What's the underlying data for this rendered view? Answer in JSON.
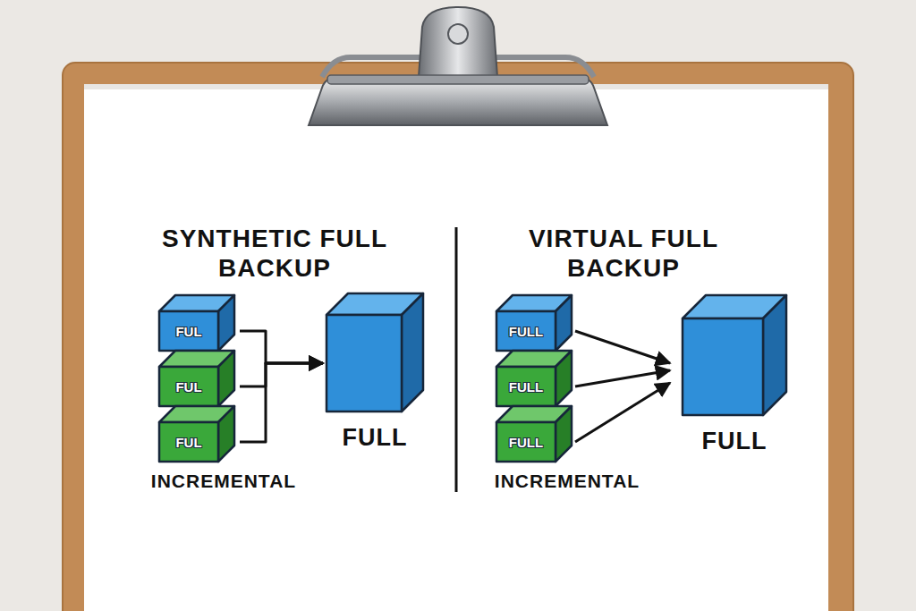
{
  "diagram": {
    "nodes": [
      {
        "text": [
          "FUL"
        ]
      },
      {
        "text": [
          "FUL"
        ]
      },
      {
        "text": [
          "FUL"
        ]
      },
      {
        "text": [
          "FULL"
        ]
      },
      {
        "text": [
          "FULL"
        ]
      },
      {
        "text": [
          "FULL"
        ]
      },
      {
        "text": [
          "FULL"
        ]
      },
      {
        "text": [
          "FULL"
        ]
      }
    ],
    "edges": [
      {
        "from": 0,
        "to": 3,
        "arrow": "to"
      },
      {
        "from": 1,
        "to": 3,
        "arrow": "to"
      },
      {
        "from": 2,
        "to": 3,
        "arrow": "to"
      },
      {
        "from": 4,
        "to": 7,
        "arrow": "to"
      },
      {
        "from": 5,
        "to": 7,
        "arrow": "to"
      },
      {
        "from": 6,
        "to": 7,
        "arrow": "to"
      }
    ],
    "labels": [
      "SYNTHETIC FULL BACKUP",
      "INCREMENTAL",
      "VIRTUAL FULL BACKUP",
      "INCREMENTAL"
    ]
  }
}
